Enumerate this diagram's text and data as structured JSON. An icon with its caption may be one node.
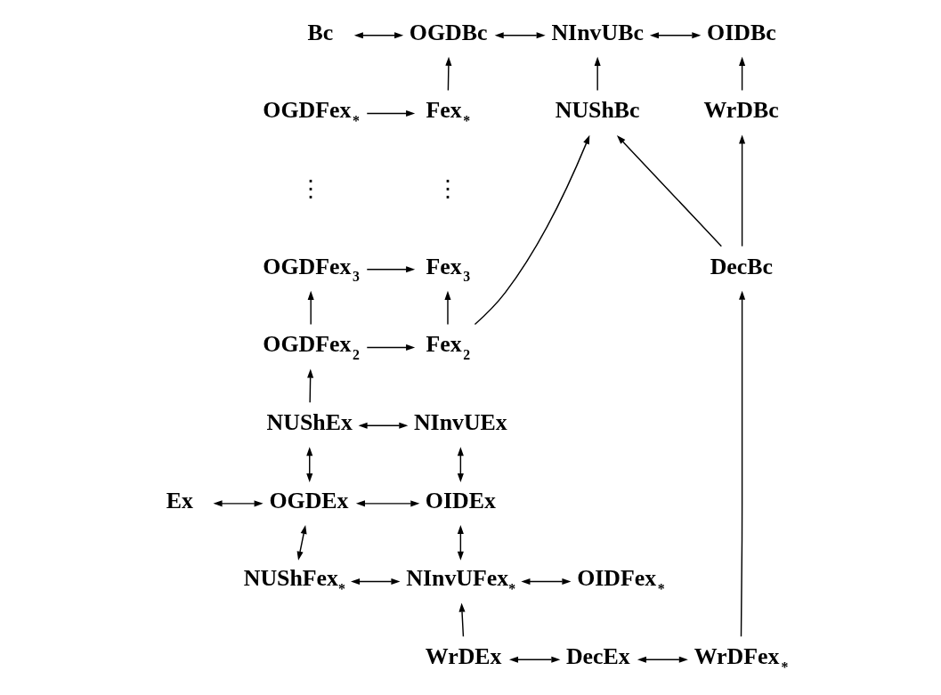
{
  "diagram": {
    "nodes": [
      {
        "text": [
          "Bc"
        ]
      },
      {
        "text": [
          "OGDBc"
        ]
      },
      {
        "text": [
          "NInvUBc"
        ]
      },
      {
        "text": [
          "OIDBc"
        ]
      },
      {
        "text": [
          "OGDFex$_{*}$"
        ]
      },
      {
        "text": [
          "Fex$_{*}$"
        ]
      },
      {
        "text": [
          "NUShBc"
        ]
      },
      {
        "text": [
          "WrDBc"
        ]
      },
      {
        "text": [
          "OGDFex$_{3}$"
        ]
      },
      {
        "text": [
          "Fex$_{3}$"
        ]
      },
      {
        "text": [
          "DecBc"
        ]
      },
      {
        "text": [
          "OGDFex$_{2}$"
        ]
      },
      {
        "text": [
          "Fex$_{2}$"
        ]
      },
      {
        "text": [
          "NUShEx"
        ]
      },
      {
        "text": [
          "NInvUEx"
        ]
      },
      {
        "text": [
          "Ex"
        ]
      },
      {
        "text": [
          "OGDEx"
        ]
      },
      {
        "text": [
          "OIDEx"
        ]
      },
      {
        "text": [
          "NUShFex$_{*}$"
        ]
      },
      {
        "text": [
          "NInvUFex$_{*}$"
        ]
      },
      {
        "text": [
          "OIDFex$_{*}$"
        ]
      },
      {
        "text": [
          "WrDEx"
        ]
      },
      {
        "text": [
          "DecEx"
        ]
      },
      {
        "text": [
          "WrDFex$_{*}$"
        ]
      }
    ],
    "edges": [
      {
        "from": 0,
        "to": 1,
        "arrow": "both"
      },
      {
        "from": 1,
        "to": 2,
        "arrow": "both"
      },
      {
        "from": 2,
        "to": 3,
        "arrow": "both"
      },
      {
        "from": 5,
        "to": 1,
        "arrow": "to"
      },
      {
        "from": 6,
        "to": 2,
        "arrow": "to"
      },
      {
        "from": 7,
        "to": 3,
        "arrow": "to"
      },
      {
        "from": 4,
        "to": 5,
        "arrow": "to"
      },
      {
        "from": 8,
        "to": 9,
        "arrow": "to"
      },
      {
        "from": 12,
        "to": 6,
        "arrow": "to"
      },
      {
        "from": 10,
        "to": 6,
        "arrow": "to"
      },
      {
        "from": 10,
        "to": 7,
        "arrow": "to"
      },
      {
        "from": 11,
        "to": 8,
        "arrow": "to"
      },
      {
        "from": 12,
        "to": 9,
        "arrow": "to"
      },
      {
        "from": 11,
        "to": 12,
        "arrow": "to"
      },
      {
        "from": 13,
        "to": 11,
        "arrow": "to"
      },
      {
        "from": 13,
        "to": 14,
        "arrow": "both"
      },
      {
        "from": 16,
        "to": 13,
        "arrow": "both"
      },
      {
        "from": 17,
        "to": 14,
        "arrow": "both"
      },
      {
        "from": 15,
        "to": 16,
        "arrow": "both"
      },
      {
        "from": 16,
        "to": 17,
        "arrow": "both"
      },
      {
        "from": 18,
        "to": 16,
        "arrow": "both"
      },
      {
        "from": 19,
        "to": 17,
        "arrow": "both"
      },
      {
        "from": 18,
        "to": 19,
        "arrow": "both"
      },
      {
        "from": 19,
        "to": 20,
        "arrow": "both"
      },
      {
        "from": 21,
        "to": 19,
        "arrow": "to"
      },
      {
        "from": 21,
        "to": 22,
        "arrow": "both"
      },
      {
        "from": 22,
        "to": 23,
        "arrow": "both"
      },
      {
        "from": 23,
        "to": 10,
        "arrow": "to"
      }
    ],
    "labels": [
      "⋮",
      "⋮"
    ]
  }
}
